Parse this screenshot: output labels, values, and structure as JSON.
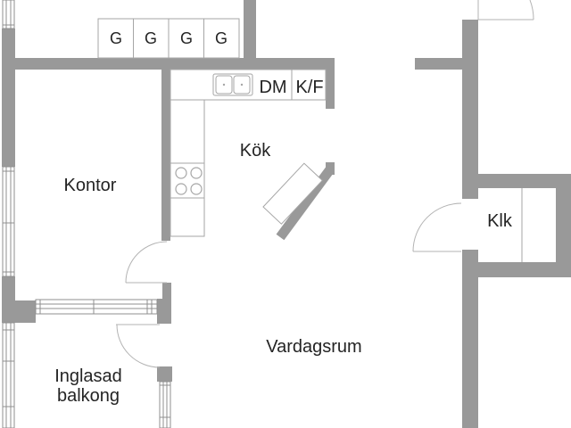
{
  "colors": {
    "wall": "#999999",
    "fixture_line": "#a6a6a6",
    "door_line": "#b3b3b3",
    "window_line": "#8f8f8f",
    "text": "#242424",
    "background": "#ffffff"
  },
  "rooms": {
    "kontor": {
      "label": "Kontor"
    },
    "kok": {
      "label": "Kök"
    },
    "vardagsrum": {
      "label": "Vardagsrum"
    },
    "inglasad_balkong": {
      "label_line1": "Inglasad",
      "label_line2": "balkong"
    },
    "klk": {
      "label": "Klk"
    }
  },
  "fixtures": {
    "wardrobes": {
      "cells": [
        "G",
        "G",
        "G",
        "G"
      ]
    },
    "dishwasher_label": "DM",
    "fridge_freezer_label": "K/F"
  }
}
